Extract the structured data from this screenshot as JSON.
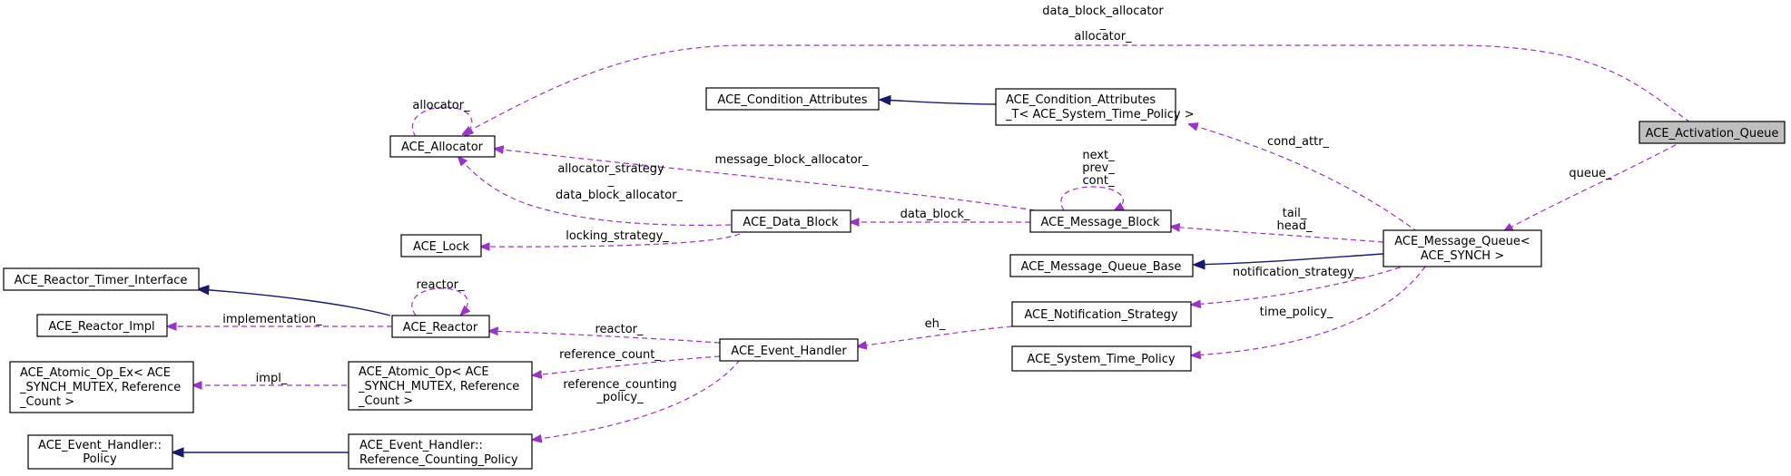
{
  "nodes": {
    "activation_queue": "ACE_Activation_Queue",
    "allocator": "ACE_Allocator",
    "condition_attributes": "ACE_Condition_Attributes",
    "condition_attributes_t": [
      "ACE_Condition_Attributes",
      "_T< ACE_System_Time_Policy >"
    ],
    "data_block": "ACE_Data_Block",
    "message_block": "ACE_Message_Block",
    "lock": "ACE_Lock",
    "message_queue": [
      "ACE_Message_Queue<",
      "ACE_SYNCH >"
    ],
    "message_queue_base": "ACE_Message_Queue_Base",
    "reactor_timer_interface": "ACE_Reactor_Timer_Interface",
    "reactor_impl": "ACE_Reactor_Impl",
    "reactor": "ACE_Reactor",
    "notification_strategy": "ACE_Notification_Strategy",
    "event_handler": "ACE_Event_Handler",
    "atomic_op_ex": [
      "ACE_Atomic_Op_Ex< ACE",
      "_SYNCH_MUTEX, Reference",
      "_Count >"
    ],
    "atomic_op": [
      "ACE_Atomic_Op< ACE",
      "_SYNCH_MUTEX, Reference",
      "_Count >"
    ],
    "system_time_policy": "ACE_System_Time_Policy",
    "event_handler_policy": [
      "ACE_Event_Handler::",
      "Policy"
    ],
    "reference_counting_policy": [
      "ACE_Event_Handler::",
      "Reference_Counting_Policy"
    ]
  },
  "edge_labels": {
    "top_data_block_allocator": [
      "data_block_allocator",
      "_",
      "allocator_"
    ],
    "allocator_self": "allocator_",
    "cond_attr": "cond_attr_",
    "queue": "queue_",
    "message_block_self": [
      "next_",
      "prev_",
      "cont_"
    ],
    "message_block_allocator": "message_block_allocator_",
    "allocator_strategy": [
      "allocator_strategy",
      "_",
      "data_block_allocator_"
    ],
    "data_block": "data_block_",
    "tail_head": [
      "tail_",
      "head_"
    ],
    "locking_strategy": "locking_strategy_",
    "notification_strategy": "notification_strategy_",
    "time_policy": "time_policy_",
    "reactor_self": "reactor_",
    "implementation": "implementation_",
    "reactor": "reactor_",
    "eh": "eh_",
    "reference_count": "reference_count_",
    "impl": "impl_",
    "reference_counting_policy": [
      "reference_counting",
      "_policy_"
    ]
  },
  "colors": {
    "usage_edge": "#9a32cd",
    "inheritance_edge": "#191970",
    "highlight_node_fill": "#bfbfbf",
    "node_fill": "#ffffff"
  }
}
